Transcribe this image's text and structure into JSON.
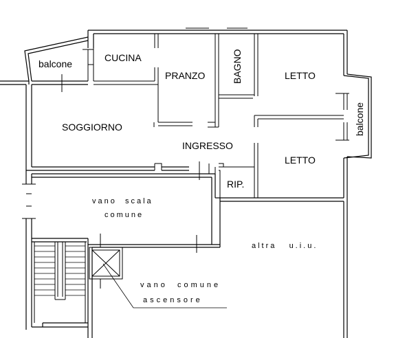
{
  "rooms": {
    "cucina": "CUCINA",
    "pranzo": "PRANZO",
    "bagno": "BAGNO",
    "letto_1": "LETTO",
    "letto_2": "LETTO",
    "soggiorno": "SOGGIORNO",
    "ingresso": "INGRESSO",
    "rip": "RIP.",
    "balcone_left": "balcone",
    "balcone_right": "balcone"
  },
  "common_areas": {
    "vano_scala_line1": "vano  scala",
    "vano_scala_line2": "comune",
    "altra_uiu": "altra   u.i.u.",
    "vano_comune_line1": "vano  comune",
    "vano_comune_line2": "ascensore"
  }
}
